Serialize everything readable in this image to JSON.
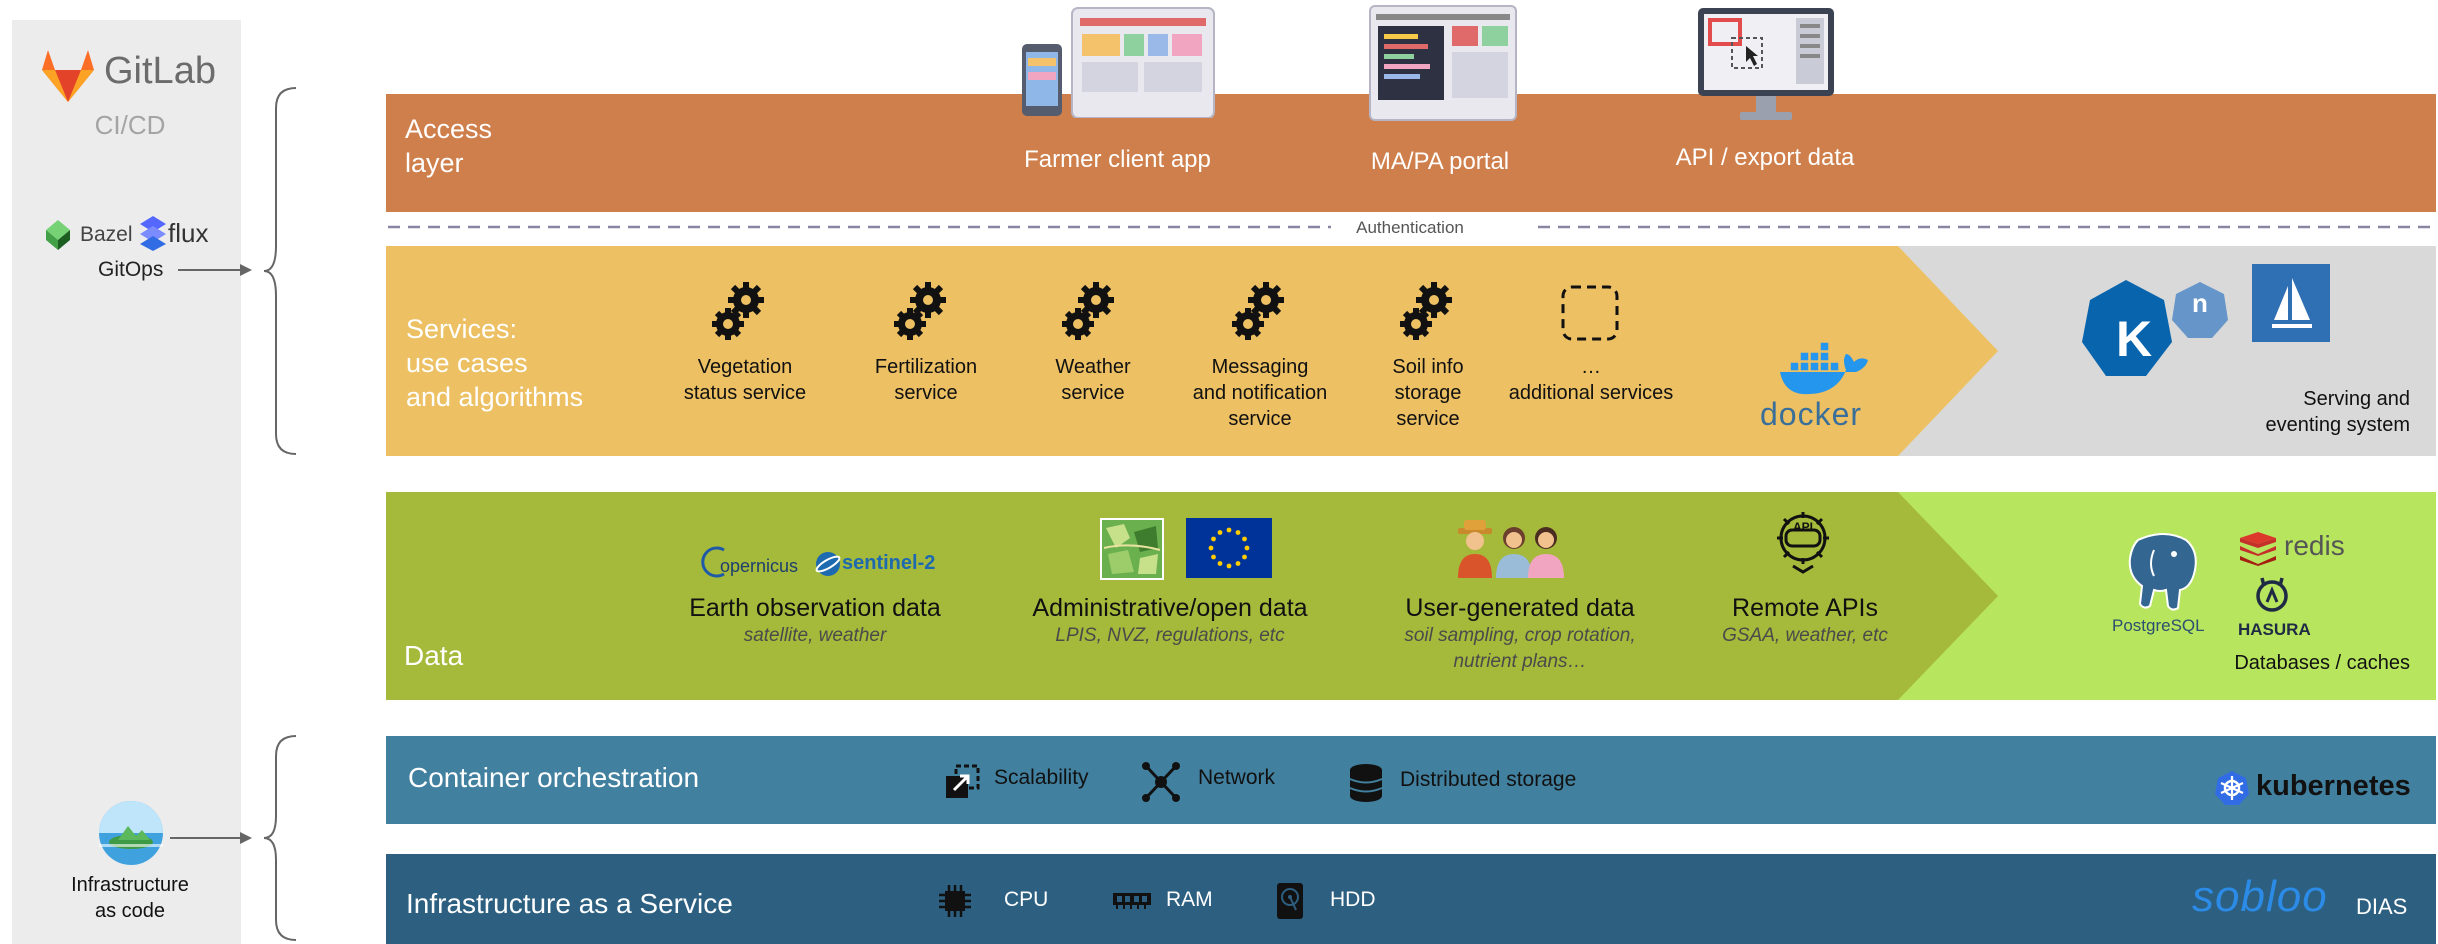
{
  "sidebar": {
    "gitlab_label": "GitLab",
    "cicd_label": "CI/CD",
    "bazel_label": "Bazel",
    "flux_label": "flux",
    "gitops_label": "GitOps",
    "iac_label_line1": "Infrastructure",
    "iac_label_line2": "as code"
  },
  "access": {
    "title_line1": "Access",
    "title_line2": "layer",
    "items": [
      "Farmer client app",
      "MA/PA portal",
      "API / export data"
    ],
    "auth_label": "Authentication",
    "color": "#cf7f4b"
  },
  "services": {
    "title_line1": "Services:",
    "title_line2": "use cases",
    "title_line3": "and algorithms",
    "items": [
      {
        "line1": "Vegetation",
        "line2": "status service",
        "line3": ""
      },
      {
        "line1": "Fertilization",
        "line2": "service",
        "line3": ""
      },
      {
        "line1": "Weather",
        "line2": "service",
        "line3": ""
      },
      {
        "line1": "Messaging",
        "line2": "and notification",
        "line3": "service"
      },
      {
        "line1": "Soil info",
        "line2": "storage",
        "line3": "service"
      },
      {
        "line1": "…",
        "line2": "additional services",
        "line3": ""
      }
    ],
    "docker_label": "docker",
    "serving_line1": "Serving and",
    "serving_line2": "eventing system",
    "knative_letter": "K",
    "knative_sup": "n",
    "color": "#ecc063"
  },
  "data": {
    "title": "Data",
    "copernicus_label": "opernicus",
    "sentinel_label": "sentinel-2",
    "items": [
      {
        "title": "Earth observation data",
        "sub1": "satellite, weather",
        "sub2": ""
      },
      {
        "title": "Administrative/open data",
        "sub1": "LPIS, NVZ, regulations, etc",
        "sub2": ""
      },
      {
        "title": "User-generated data",
        "sub1": "soil sampling, crop rotation,",
        "sub2": "nutrient plans…"
      },
      {
        "title": "Remote APIs",
        "sub1": "GSAA, weather, etc",
        "sub2": ""
      }
    ],
    "api_badge": "API",
    "postgres_label": "PostgreSQL",
    "redis_label": "redis",
    "hasura_label": "HASURA",
    "db_label": "Databases / caches",
    "color": "#a5b93a"
  },
  "orchestration": {
    "title": "Container orchestration",
    "features": [
      "Scalability",
      "Network",
      "Distributed storage"
    ],
    "kubernetes_label": "kubernetes",
    "color": "#42809f"
  },
  "iaas": {
    "title": "Infrastructure as a Service",
    "features": [
      "CPU",
      "RAM",
      "HDD"
    ],
    "sobloo_label": "sobloo",
    "dias_label": "DIAS",
    "color": "#2c5f80"
  }
}
